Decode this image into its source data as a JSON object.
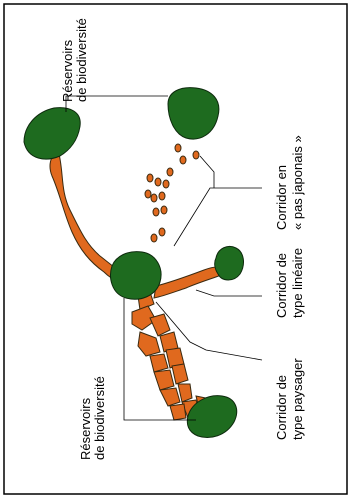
{
  "colors": {
    "reservoir": "#1e6b1f",
    "corridor": "#e0691e",
    "outline": "#3a2a10",
    "frame": "#000000",
    "background": "#ffffff"
  },
  "labels": {
    "reservoirs_top": {
      "line1": "Réservoirs",
      "line2": "de biodiversité"
    },
    "reservoirs_bottom": {
      "line1": "Réservoirs",
      "line2": "de biodiversité"
    },
    "stepping_stone": {
      "line1": "Corridor en",
      "line2": "« pas japonais »"
    },
    "linear": {
      "line1": "Corridor de",
      "line2": "type linéaire"
    },
    "landscape": {
      "line1": "Corridor de",
      "line2": "type paysager"
    }
  }
}
